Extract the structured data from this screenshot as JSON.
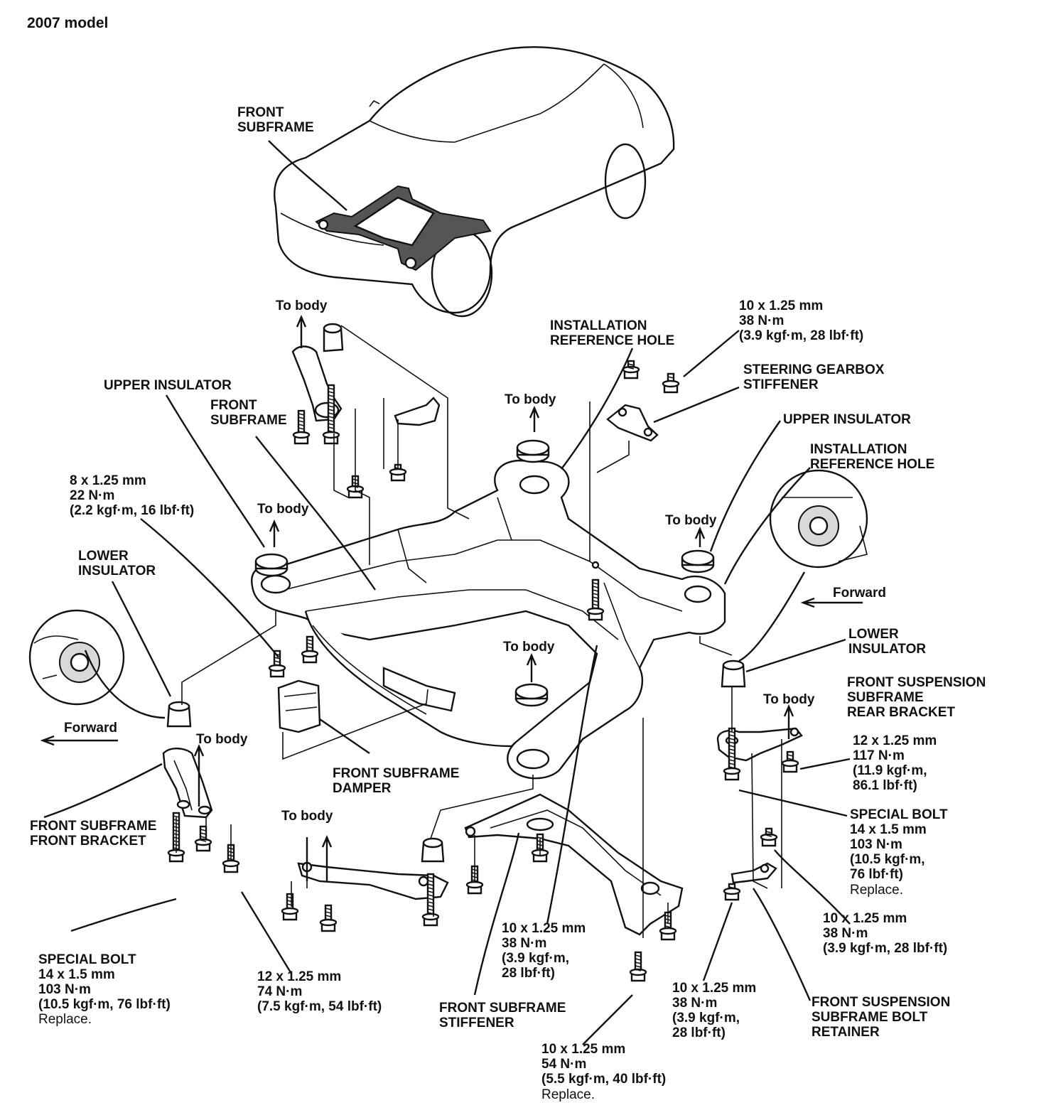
{
  "title": "2007 model",
  "colors": {
    "ink": "#111111",
    "paper": "#ffffff"
  },
  "labels": {
    "car_front_subframe": [
      "FRONT",
      "SUBFRAME"
    ],
    "to_body_top": "To body",
    "installation_ref_hole_top": [
      "INSTALLATION",
      "REFERENCE HOLE"
    ],
    "torque_gearbox_stiffener": [
      "10 x 1.25 mm",
      "38 N·m",
      "(3.9 kgf·m, 28 lbf·ft)"
    ],
    "steering_gearbox_stiffener": [
      "STEERING GEARBOX",
      "STIFFENER"
    ],
    "upper_insulator_left": "UPPER INSULATOR",
    "front_subframe_main": [
      "FRONT",
      "SUBFRAME"
    ],
    "to_body_center": "To body",
    "upper_insulator_right": "UPPER INSULATOR",
    "installation_ref_hole_right": [
      "INSTALLATION",
      "REFERENCE HOLE"
    ],
    "torque_damper_bolt": [
      "8 x 1.25 mm",
      "22 N·m",
      "(2.2 kgf·m, 16 lbf·ft)"
    ],
    "to_body_left": "To body",
    "to_body_right": "To body",
    "lower_insulator_left": [
      "LOWER",
      "INSULATOR"
    ],
    "forward_right": "Forward",
    "lower_insulator_right": [
      "LOWER",
      "INSULATOR"
    ],
    "to_body_lower_center": "To body",
    "front_susp_rear_bracket": [
      "FRONT SUSPENSION",
      "SUBFRAME",
      "REAR BRACKET"
    ],
    "to_body_rear_bracket": "To body",
    "torque_rear_bracket": [
      "12 x 1.25 mm",
      "117 N·m",
      "(11.9 kgf·m,",
      "86.1 lbf·ft)"
    ],
    "forward_left": "Forward",
    "to_body_front_bracket": "To body",
    "front_subframe_damper": [
      "FRONT SUBFRAME",
      "DAMPER"
    ],
    "special_bolt_right": [
      "SPECIAL BOLT",
      "14 x 1.5 mm",
      "103 N·m",
      "(10.5 kgf·m,",
      "76 lbf·ft)"
    ],
    "special_bolt_right_note": "Replace.",
    "front_subframe_front_bracket": [
      "FRONT SUBFRAME",
      "FRONT BRACKET"
    ],
    "to_body_arm": "To body",
    "torque_retainer": [
      "10 x 1.25 mm",
      "38 N·m",
      "(3.9 kgf·m, 28 lbf·ft)"
    ],
    "torque_stiffener_center": [
      "10 x 1.25 mm",
      "38 N·m",
      "(3.9 kgf·m,",
      "28 lbf·ft)"
    ],
    "special_bolt_left": [
      "SPECIAL BOLT",
      "14 x 1.5 mm",
      "103 N·m",
      "(10.5 kgf·m, 76 lbf·ft)"
    ],
    "special_bolt_left_note": "Replace.",
    "torque_front_bracket": [
      "12 x 1.25 mm",
      "74 N·m",
      "(7.5 kgf·m, 54 lbf·ft)"
    ],
    "front_subframe_stiffener": [
      "FRONT SUBFRAME",
      "STIFFENER"
    ],
    "torque_retainer_lower": [
      "10 x 1.25 mm",
      "38 N·m",
      "(3.9 kgf·m,",
      "28 lbf·ft)"
    ],
    "front_susp_bolt_retainer": [
      "FRONT SUSPENSION",
      "SUBFRAME BOLT",
      "RETAINER"
    ],
    "torque_stiffener_bottom": [
      "10 x 1.25 mm",
      "54 N·m",
      "(5.5 kgf·m, 40 lbf·ft)"
    ],
    "torque_stiffener_bottom_note": "Replace."
  }
}
